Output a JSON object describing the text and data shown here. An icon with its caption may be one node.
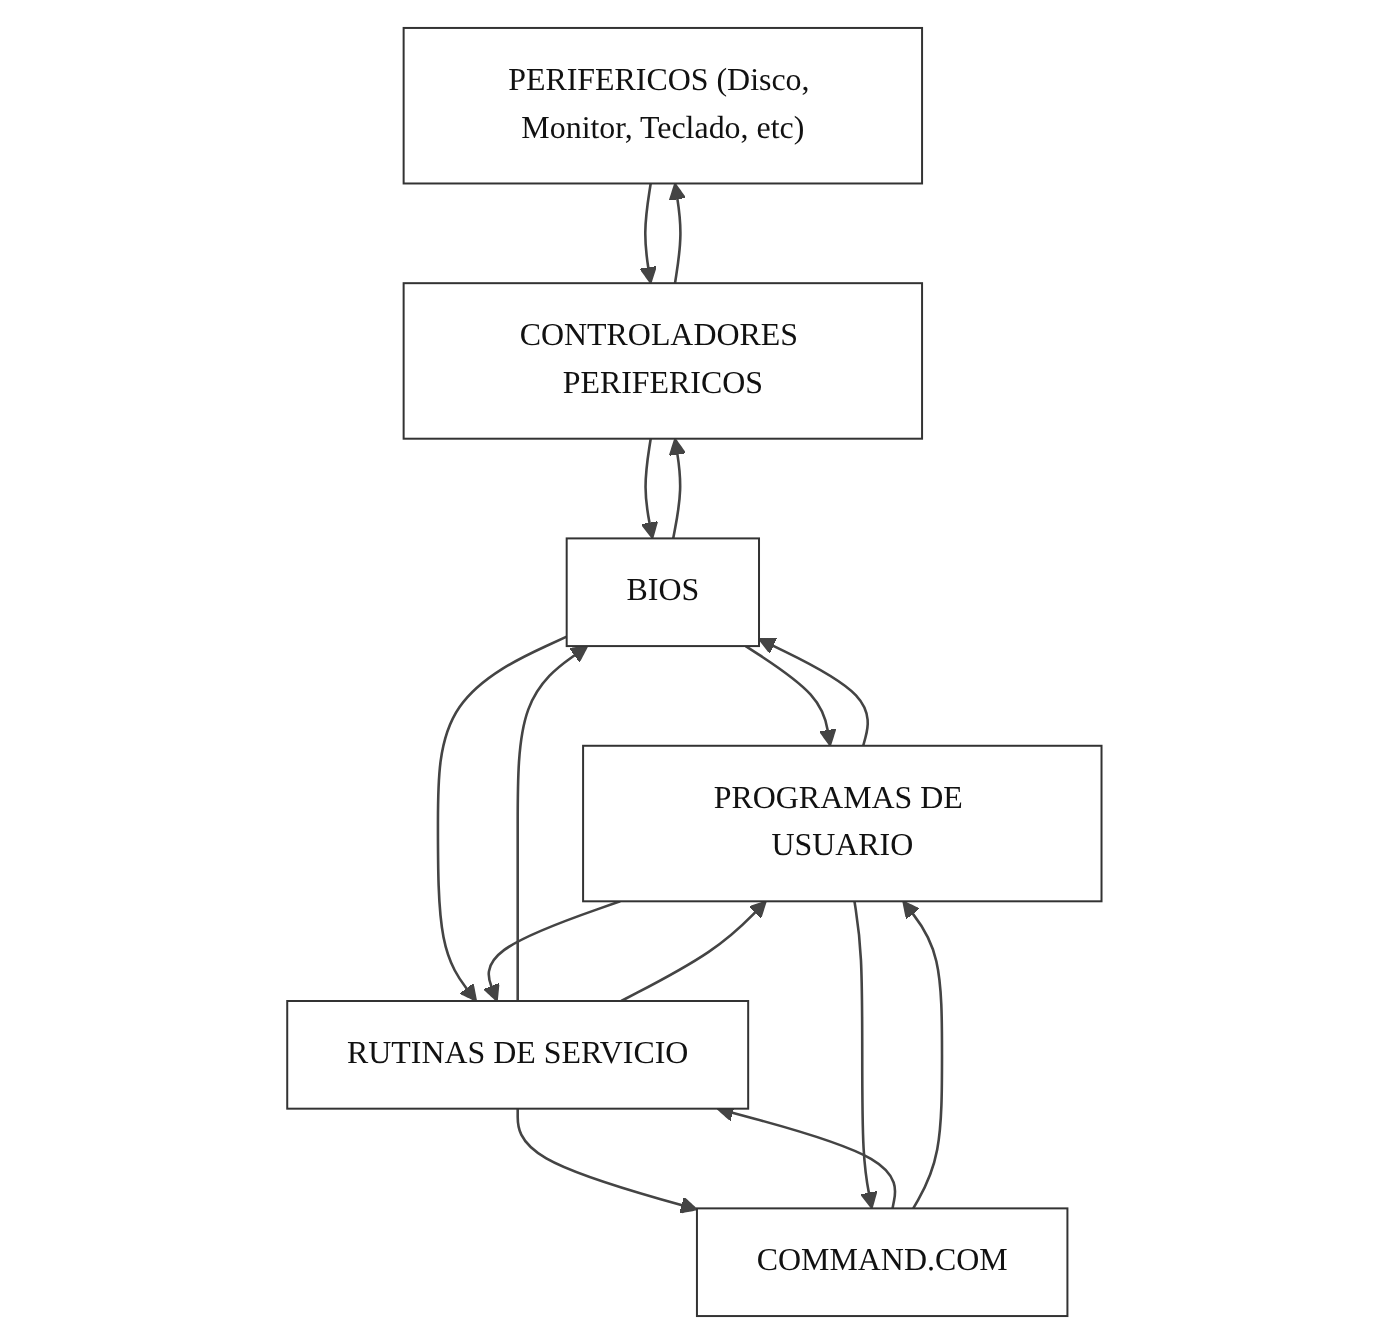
{
  "diagram": {
    "nodes": [
      {
        "text": [
          "PERIFERICOS (Disco, Monitor, Teclado, etc)"
        ]
      },
      {
        "text": [
          "CONTROLADORES PERIFERICOS"
        ]
      },
      {
        "text": [
          "BIOS"
        ]
      },
      {
        "text": [
          "RUTINAS DE SERVICIO"
        ]
      },
      {
        "text": [
          "COMMAND.COM"
        ]
      },
      {
        "text": [
          "PROGRAMAS DE USUARIO"
        ]
      }
    ],
    "edges": [
      {
        "from": 0,
        "to": 1,
        "arrow": "to"
      },
      {
        "from": 1,
        "to": 0,
        "arrow": "to"
      },
      {
        "from": 1,
        "to": 2,
        "arrow": "to"
      },
      {
        "from": 2,
        "to": 1,
        "arrow": "to"
      },
      {
        "from": 2,
        "to": 5,
        "arrow": "to"
      },
      {
        "from": 5,
        "to": 2,
        "arrow": "to"
      },
      {
        "from": 2,
        "to": 3,
        "arrow": "to"
      },
      {
        "from": 3,
        "to": 2,
        "arrow": "to"
      },
      {
        "from": 3,
        "to": 5,
        "arrow": "to"
      },
      {
        "from": 5,
        "to": 3,
        "arrow": "to"
      },
      {
        "from": 3,
        "to": 4,
        "arrow": "to"
      },
      {
        "from": 4,
        "to": 3,
        "arrow": "to"
      },
      {
        "from": 4,
        "to": 5,
        "arrow": "to"
      },
      {
        "from": 5,
        "to": 4,
        "arrow": "to"
      }
    ]
  }
}
